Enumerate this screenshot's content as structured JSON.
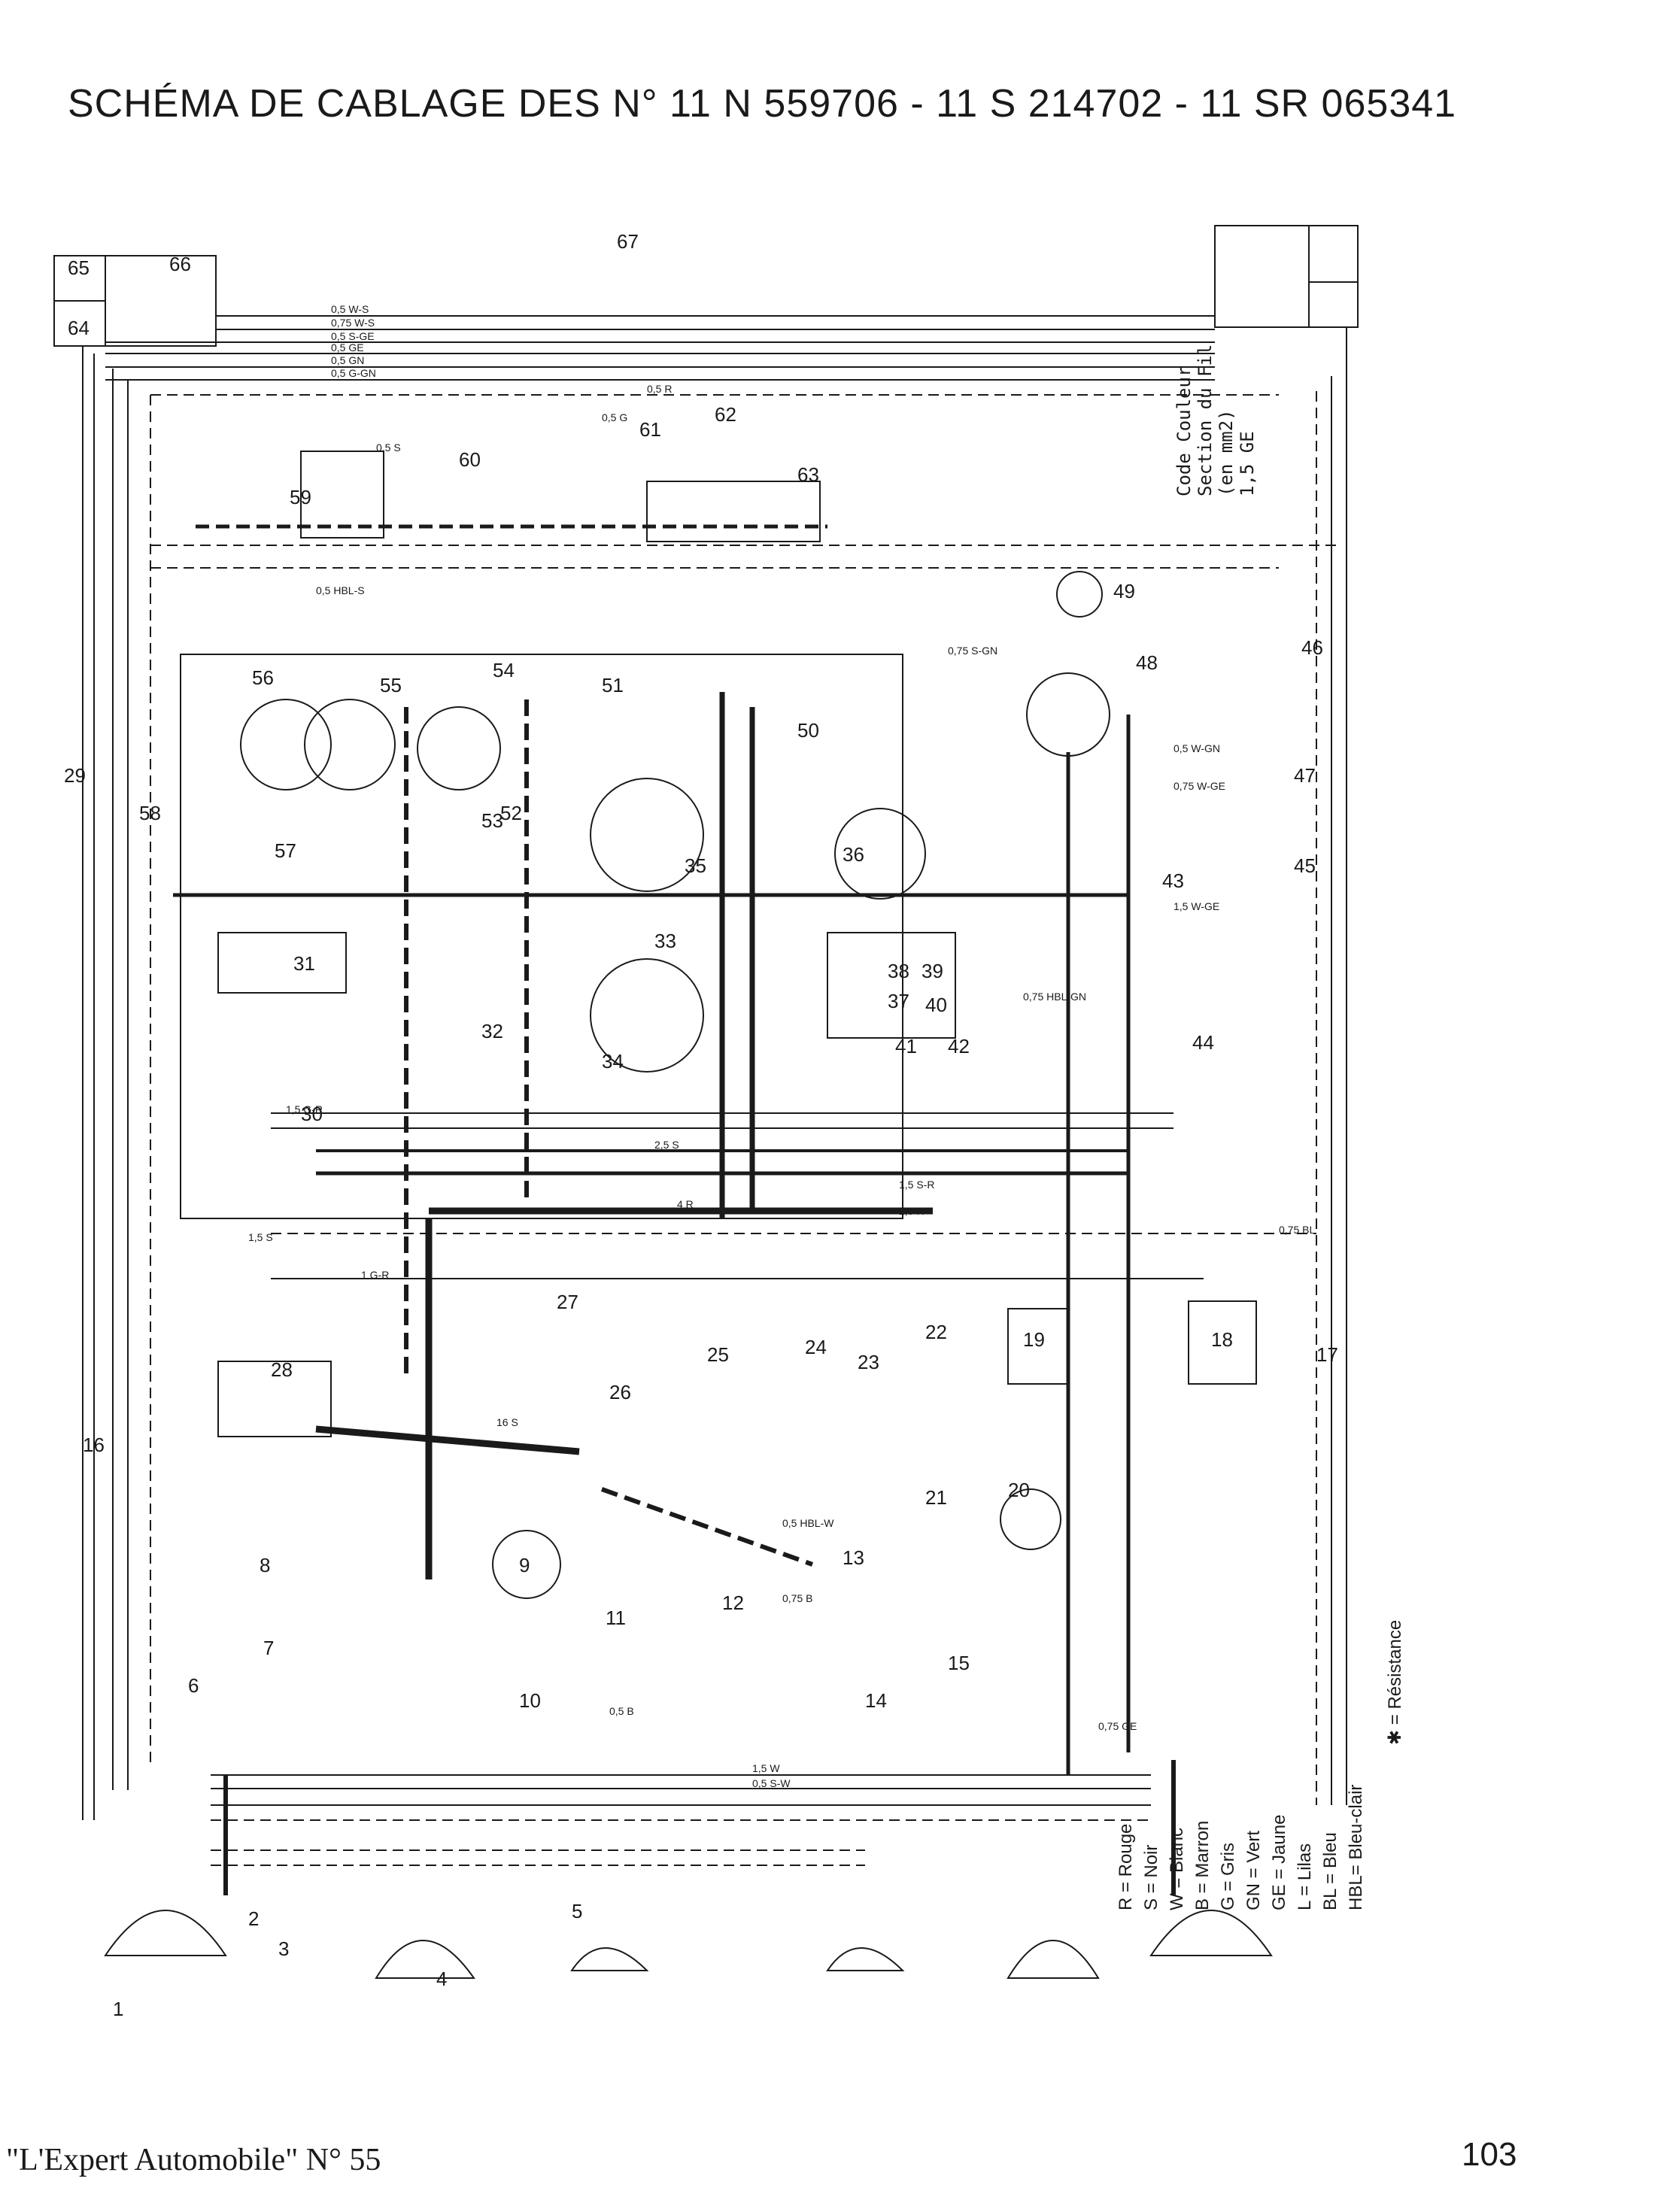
{
  "title": "SCHÉMA DE CABLAGE DES N° 11 N 559706 - 11 S 214702 - 11 SR 065341",
  "footer": {
    "source": "\"L'Expert Automobile\" N° 55",
    "page_number": "103"
  },
  "wire_legend": {
    "line1": "Code Couleur",
    "line2": "Section du Fil",
    "line3": "(en mm2)",
    "sample_code": "1,5 GE"
  },
  "color_codes": [
    "R = Rouge",
    "S = Noir",
    "W = Blanc",
    "B = Marron",
    "G = Gris",
    "GN = Vert",
    "GE = Jaune",
    "L = Lilas",
    "BL = Bleu",
    "HBL= Bleu-clair"
  ],
  "resistance_note": "✱ = Résistance",
  "components": [
    {
      "n": "1"
    },
    {
      "n": "2"
    },
    {
      "n": "3"
    },
    {
      "n": "4"
    },
    {
      "n": "5"
    },
    {
      "n": "6"
    },
    {
      "n": "7"
    },
    {
      "n": "8"
    },
    {
      "n": "9"
    },
    {
      "n": "10"
    },
    {
      "n": "11"
    },
    {
      "n": "12"
    },
    {
      "n": "13"
    },
    {
      "n": "14"
    },
    {
      "n": "15"
    },
    {
      "n": "16"
    },
    {
      "n": "17"
    },
    {
      "n": "18"
    },
    {
      "n": "19"
    },
    {
      "n": "20"
    },
    {
      "n": "21"
    },
    {
      "n": "22"
    },
    {
      "n": "23"
    },
    {
      "n": "24"
    },
    {
      "n": "25"
    },
    {
      "n": "26"
    },
    {
      "n": "27"
    },
    {
      "n": "28"
    },
    {
      "n": "29"
    },
    {
      "n": "30"
    },
    {
      "n": "31"
    },
    {
      "n": "32"
    },
    {
      "n": "33"
    },
    {
      "n": "34"
    },
    {
      "n": "35"
    },
    {
      "n": "36"
    },
    {
      "n": "37"
    },
    {
      "n": "38"
    },
    {
      "n": "39"
    },
    {
      "n": "40"
    },
    {
      "n": "41"
    },
    {
      "n": "42"
    },
    {
      "n": "43"
    },
    {
      "n": "44"
    },
    {
      "n": "45"
    },
    {
      "n": "46"
    },
    {
      "n": "47"
    },
    {
      "n": "48"
    },
    {
      "n": "49"
    },
    {
      "n": "50"
    },
    {
      "n": "51"
    },
    {
      "n": "52"
    },
    {
      "n": "53"
    },
    {
      "n": "54"
    },
    {
      "n": "55"
    },
    {
      "n": "56"
    },
    {
      "n": "57"
    },
    {
      "n": "58"
    },
    {
      "n": "59"
    },
    {
      "n": "60"
    },
    {
      "n": "61"
    },
    {
      "n": "62"
    },
    {
      "n": "63"
    },
    {
      "n": "64"
    },
    {
      "n": "65"
    },
    {
      "n": "66"
    },
    {
      "n": "67"
    }
  ],
  "wire_labels": [
    "0,5 W-S",
    "0,75 W-S",
    "0,5 S-GE",
    "0,5 GE",
    "0,5 GN",
    "0,5 G-GN",
    "0,5 R",
    "0,5 G",
    "0,5 S",
    "0,5 HBL-S",
    "0,75 S-GN",
    "0,5 W-GN",
    "0,75 W-GE",
    "1,5 W-GE",
    "0,75 HBL-GN",
    "2,5 R",
    "1,5 S-R",
    "4 R",
    "16 S",
    "2,5 S",
    "0,5 HBL-W",
    "0,75 B",
    "0,5 B",
    "0,75 BL",
    "1,5 W",
    "0,5 S-W",
    "0,75 GE",
    "1 G-R",
    "1,5 S",
    "1,5 G-R"
  ],
  "colors": {
    "ink": "#1a1a1a",
    "paper": "#ffffff"
  }
}
